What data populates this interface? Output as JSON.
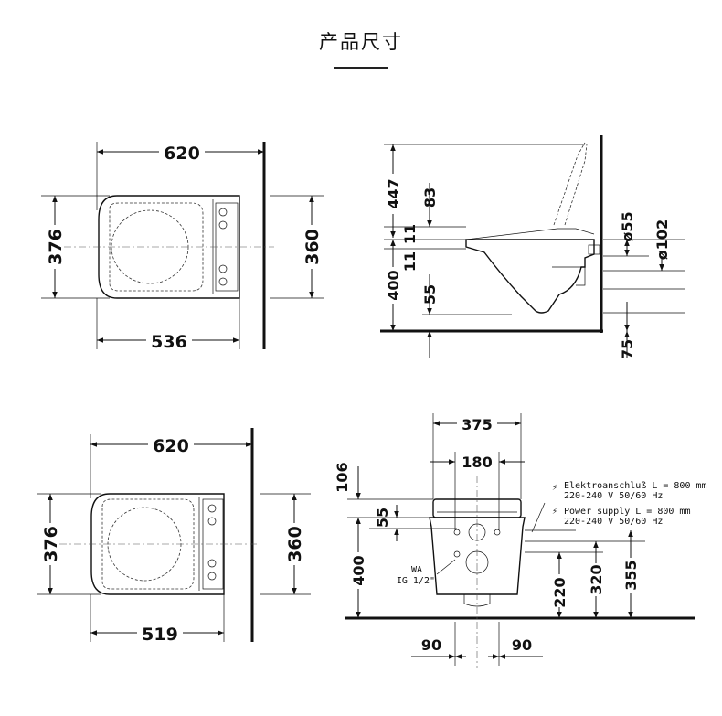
{
  "title": "产品尺寸",
  "top_plan": {
    "width": "620",
    "depth": "376",
    "depth_wall": "360",
    "length": "536"
  },
  "side_view": {
    "h447": "447",
    "h83": "83",
    "h11a": "11",
    "h11b": "11",
    "h400": "400",
    "h55": "55",
    "d55": "ø55",
    "d102": "ø102",
    "h75": "75"
  },
  "bottom_plan": {
    "width": "620",
    "depth": "376",
    "depth_wall": "360",
    "length": "519"
  },
  "front_view": {
    "w375": "375",
    "w180": "180",
    "h106": "106",
    "h55": "55",
    "h400": "400",
    "h220": "220",
    "h320": "320",
    "h355": "355",
    "w90a": "90",
    "w90b": "90",
    "wa": "WA",
    "ig": "IG 1/2\"",
    "note_de_1": "Elektroanschluß L = 800 mm",
    "note_de_2": "220-240 V  50/60 Hz",
    "note_en_1": "Power supply L = 800 mm",
    "note_en_2": "220-240 V  50/60 Hz"
  }
}
